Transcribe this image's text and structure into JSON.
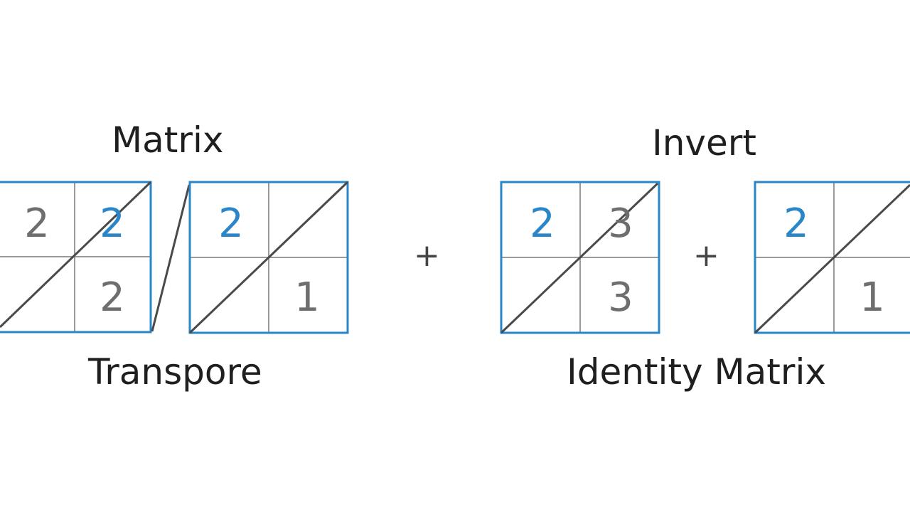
{
  "labels": {
    "matrix": "Matrix",
    "invert": "Invert",
    "transpose": "Transpore",
    "identity": "Identity Matrix"
  },
  "operators": {
    "plus_1": "+",
    "plus_2": "+"
  },
  "colors": {
    "border": "#2a86c8",
    "grid": "#9a9a9a",
    "diagonal": "#4a4a4a",
    "number_blue": "#2a86c8",
    "number_gray": "#6e6e6e"
  },
  "matrices": [
    {
      "name": "matrix-a",
      "cells": {
        "top_left": "2",
        "top_right": "2",
        "bottom_left": "",
        "bottom_right": "2"
      }
    },
    {
      "name": "matrix-b",
      "cells": {
        "top_left": "2",
        "top_right": "",
        "bottom_left": "",
        "bottom_right": "1"
      }
    },
    {
      "name": "matrix-c",
      "cells": {
        "top_left": "2",
        "top_right": "3",
        "bottom_left": "",
        "bottom_right": "3"
      }
    },
    {
      "name": "matrix-d",
      "cells": {
        "top_left": "2",
        "top_right": "",
        "bottom_left": "",
        "bottom_right": "1"
      }
    }
  ]
}
